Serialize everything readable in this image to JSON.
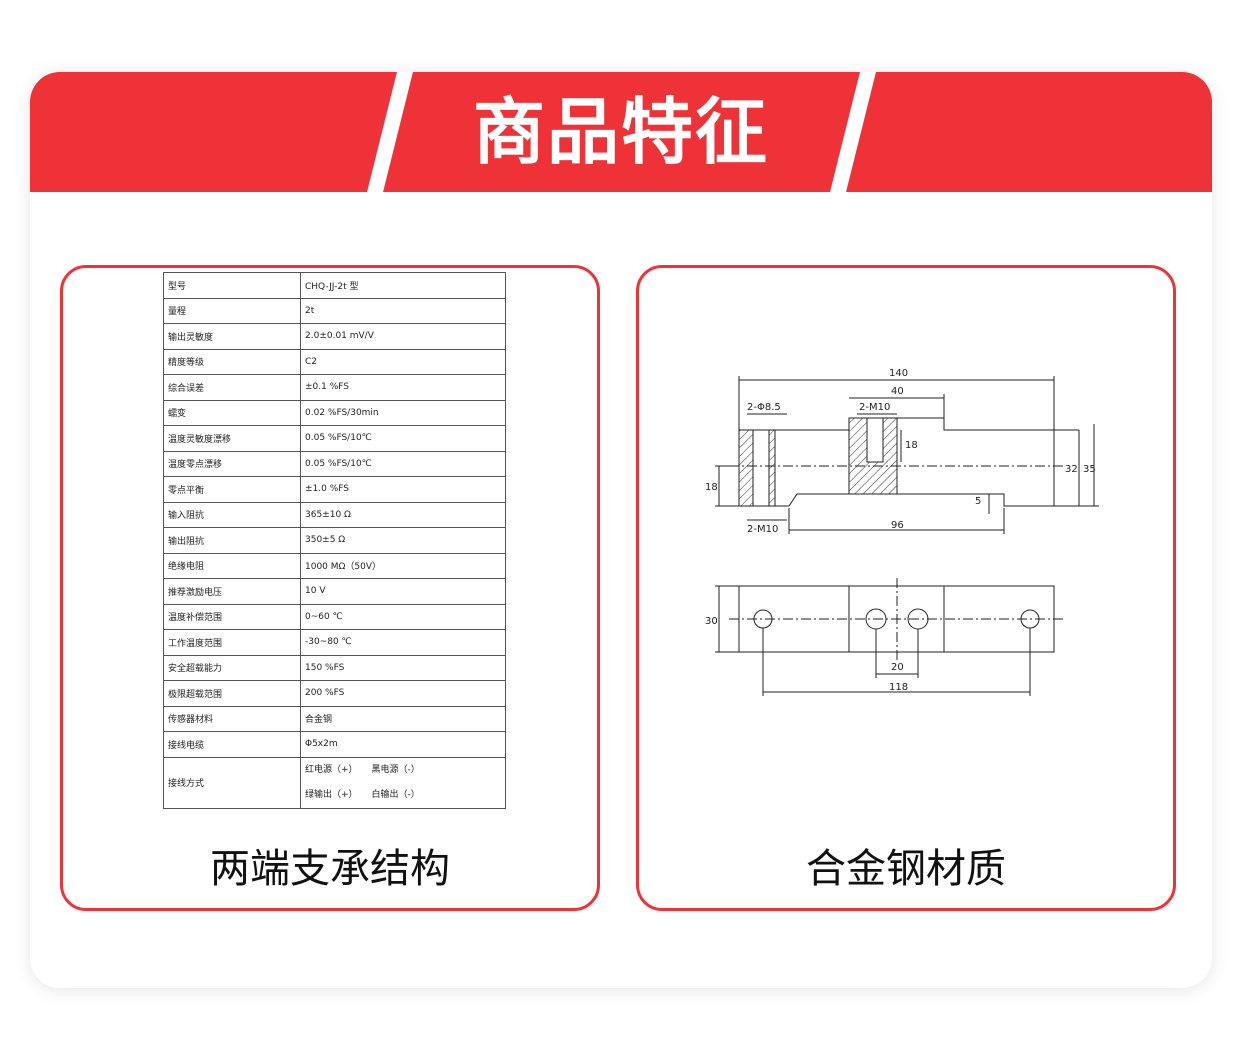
{
  "header": {
    "title": "商品特征"
  },
  "spec_panel": {
    "caption": "两端支承结构",
    "rows": [
      {
        "label": "型号",
        "value": "CHQ-JJ-2t 型"
      },
      {
        "label": "量程",
        "value": "2t"
      },
      {
        "label": "输出灵敏度",
        "value": "2.0±0.01 mV/V"
      },
      {
        "label": "精度等级",
        "value": "C2"
      },
      {
        "label": "综合误差",
        "value": "±0.1 %FS"
      },
      {
        "label": "蠕变",
        "value": "0.02 %FS/30min"
      },
      {
        "label": "温度灵敏度漂移",
        "value": "0.05 %FS/10℃"
      },
      {
        "label": "温度零点漂移",
        "value": "0.05 %FS/10℃"
      },
      {
        "label": "零点平衡",
        "value": "±1.0 %FS"
      },
      {
        "label": "输入阻抗",
        "value": "365±10 Ω"
      },
      {
        "label": "输出阻抗",
        "value": "350±5 Ω"
      },
      {
        "label": "绝缘电阻",
        "value": "1000 MΩ（50V）"
      },
      {
        "label": "推荐激励电压",
        "value": "10 V"
      },
      {
        "label": "温度补偿范围",
        "value": "0~60 ℃"
      },
      {
        "label": "工作温度范围",
        "value": "-30~80 ℃"
      },
      {
        "label": "安全超载能力",
        "value": "150 %FS"
      },
      {
        "label": "极限超载范围",
        "value": "200 %FS"
      },
      {
        "label": "传感器材料",
        "value": "合金钢"
      },
      {
        "label": "接线电缆",
        "value": "Φ5x2m"
      }
    ],
    "wiring": {
      "label": "接线方式",
      "red": "红电源（+）",
      "black": "黑电源（-）",
      "green": "绿输出（+）",
      "white": "白输出（-）"
    }
  },
  "drawing_panel": {
    "caption": "合金钢材质",
    "dimensions": {
      "total_length": "140",
      "top_step": "40",
      "hole_through": "2-Φ8.5",
      "hole_thread_top": "2-M10",
      "hole_depth": "18",
      "left_height": "18",
      "height_32": "32",
      "height_35": "35",
      "gap_5": "5",
      "hole_thread_bottom": "2-M10",
      "bottom_length": "96",
      "width_30": "30",
      "center_spacing": "20",
      "outer_spacing": "118"
    }
  },
  "colors": {
    "accent": "#ef3237",
    "text": "#111111"
  }
}
